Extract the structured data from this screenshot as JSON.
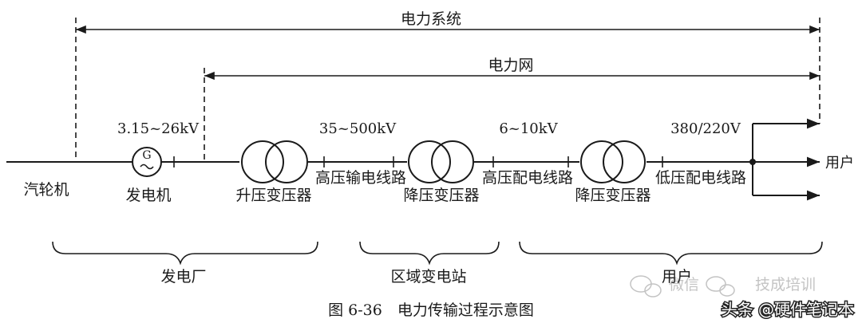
{
  "labels": {
    "power_system": "电力系统",
    "power_grid": "电力网",
    "voltage_gen": "3.15~26kV",
    "voltage_hv": "35~500kV",
    "voltage_mv": "6~10kV",
    "voltage_lv": "380/220V",
    "turbine": "汽轮机",
    "generator": "发电机",
    "generator_symbol": "G",
    "step_up": "升压变压器",
    "hv_line": "高压输电线路",
    "step_down_1": "降压变压器",
    "mv_line": "高压配电线路",
    "step_down_2": "降压变压器",
    "lv_line": "低压配电线路",
    "user_out": "用户",
    "plant": "发电厂",
    "substation": "区域变电站",
    "users": "用户"
  },
  "caption": "图 6-36　电力传输过程示意图",
  "watermarks": {
    "wechat": "微信",
    "wechat_name": "技成培训",
    "toutiao": "头条 @硬件笔记本"
  }
}
